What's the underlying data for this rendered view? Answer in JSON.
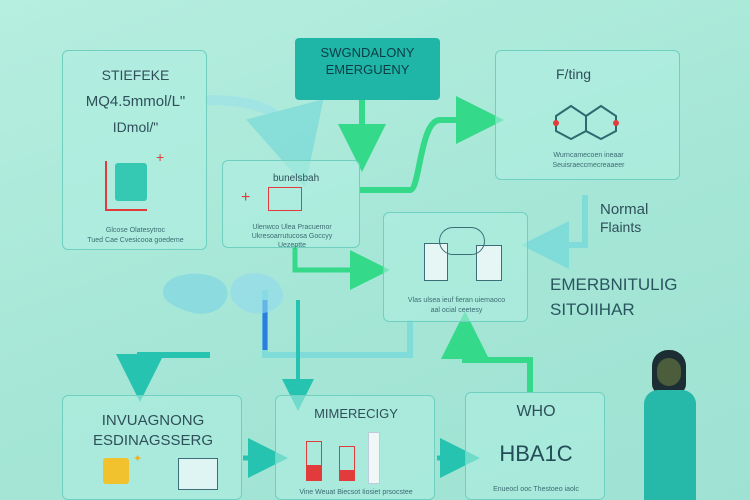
{
  "top_box": {
    "line1": "SWGNDALONY",
    "line2": "EMERGUENY"
  },
  "box1": {
    "line1": "STIEFEKE",
    "line2": "MQ4.5mmol/L\"",
    "line3": "IDmol/\"",
    "note1": "Glcose Olatesytroc",
    "note2": "Tued Cae Cvesicooa goedeme"
  },
  "box2": {
    "title": "bunelsbah",
    "note1": "Ulenwco Ulea Pracuemor",
    "note2": "Ukresoarrutucosa Goccyy",
    "note3": "Uezeptte"
  },
  "box3": {
    "title": "F/ting",
    "note1": "Wurncamecoen ineaar",
    "note2": "Seuisraeccmecreaaeer"
  },
  "normal": {
    "line1": "Normal",
    "line2": "Flaints"
  },
  "box4": {
    "note1": "Vlas ulsea ieuf fieran uiemaoco",
    "note2": "aal ocial ceetesy"
  },
  "side_heading": {
    "line1": "EMERBNITULIG",
    "line2": "SITOIIHAR"
  },
  "bottom1": {
    "line1": "INVUAGNONG",
    "line2": "ESDINAGSSERG"
  },
  "bottom2": {
    "title": "MIMERECIGY",
    "note": "Vine Weuat Biecsot Iiosiet prsocstee"
  },
  "bottom3": {
    "title": "WHO",
    "big": "HBA1C",
    "note": "Enueocl ooc Thestoeo iaolc"
  },
  "colors": {
    "teal": "#1fb6a8",
    "green_arrow": "#3ddf88",
    "panel_border": "#6fd0c2",
    "background": "#a9e9d9"
  }
}
